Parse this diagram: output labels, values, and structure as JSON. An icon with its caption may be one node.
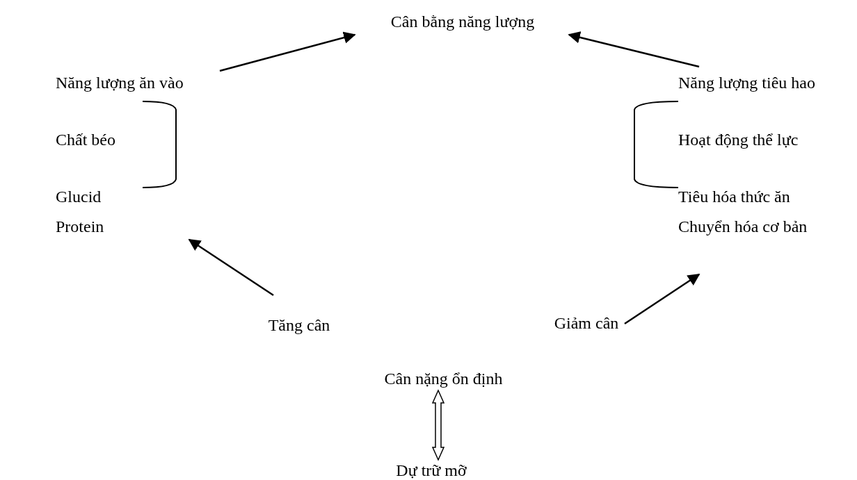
{
  "diagram": {
    "nodes": [
      {
        "text": [
          "Cân bằng năng lượng"
        ]
      },
      {
        "text": [
          "Năng lượng ăn vào",
          "Chất béo",
          "Glucid",
          "Protein"
        ]
      },
      {
        "text": [
          "Năng lượng tiêu hao",
          "Hoạt động thể lực",
          "Tiêu hóa thức ăn",
          "Chuyển hóa cơ bản"
        ]
      },
      {
        "text": [
          "Tăng cân"
        ]
      },
      {
        "text": [
          "Giảm cân"
        ]
      },
      {
        "text": [
          "Cân nặng ổn định"
        ]
      },
      {
        "text": [
          "Dự trữ mỡ"
        ]
      }
    ],
    "edges": [
      {
        "from": 1,
        "to": 0,
        "arrow": "to"
      },
      {
        "from": 2,
        "to": 0,
        "arrow": "to"
      },
      {
        "from": 3,
        "to": 1,
        "arrow": "to"
      },
      {
        "from": 4,
        "to": 2,
        "arrow": "to"
      },
      {
        "from": 5,
        "to": 6,
        "arrow": "both",
        "style": "thick"
      }
    ]
  }
}
